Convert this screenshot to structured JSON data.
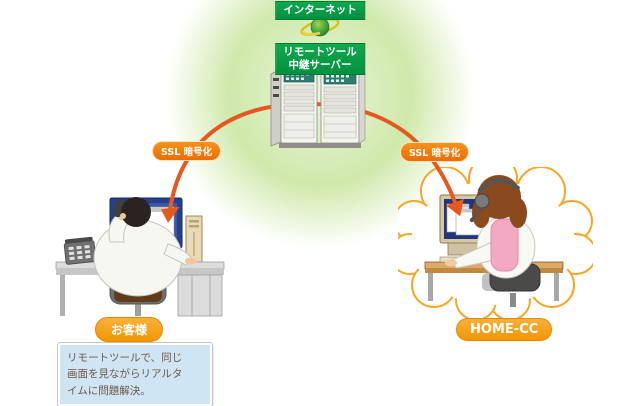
{
  "labels": {
    "internet": "インターネット",
    "relay_server": "リモートツール\n中継サーバー",
    "ssl_left": "SSL 暗号化",
    "ssl_right": "SSL 暗号化",
    "customer": "お客様",
    "operator": "HOME-CC"
  },
  "note": {
    "text": "リモートツールで、同じ\n画面を見ながらリアルタ\nイムに問題解決。"
  },
  "colors": {
    "green-label": "#009140",
    "green-label-top": "#12a850",
    "green-label-border": "#007a34",
    "glow": "#cfe9ab",
    "arc": "#e8571d",
    "ssl-pill": "#ec6c00",
    "name-pill": "#f29600",
    "note-bg": "#cfe5f4",
    "note-border": "#c4c4c4",
    "note-text": "#6f5846",
    "cloud-stroke": "#f5a623"
  }
}
